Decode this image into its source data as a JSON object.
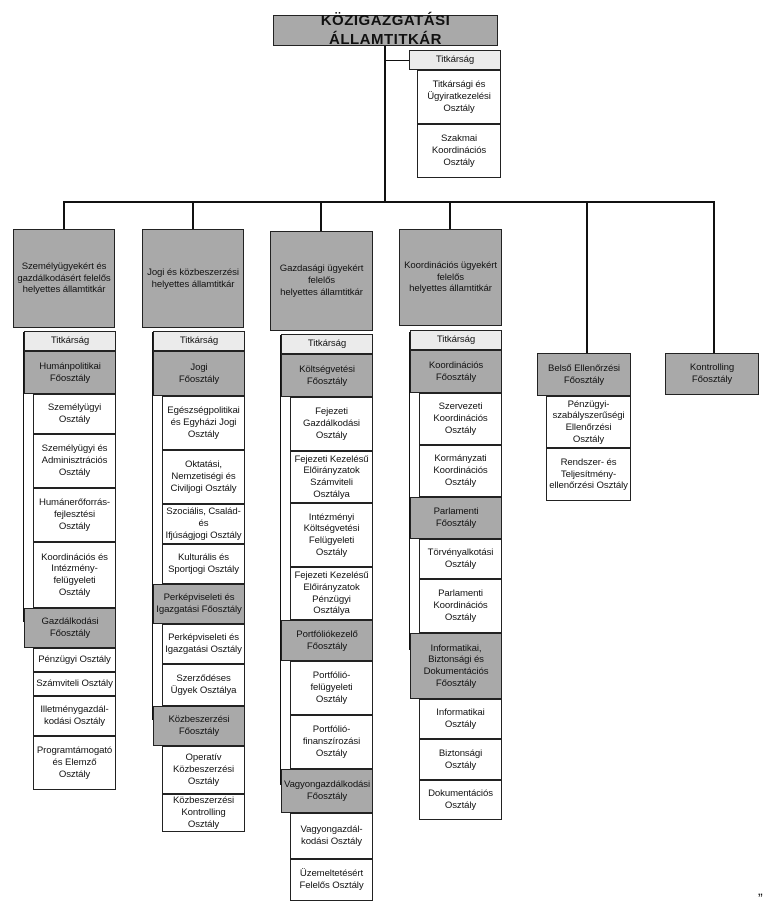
{
  "root": {
    "title": "KÖZIGAZGATÁSI ÁLLAMTITKÁR"
  },
  "root_units": [
    "Titkárság",
    "Titkársági és\nÜgyiratkezelési\nOsztály",
    "Szakmai\nKoordinációs\nOsztály"
  ],
  "columns": [
    {
      "head": "Személyügyekért és\ngazdálkodásért felelős\nhelyettes államtitkár",
      "secretariat": "Titkárság",
      "groups": [
        {
          "dept": "Humánpolitikai\nFőosztály",
          "units": [
            "Személyügyi\nOsztály",
            "Személyügyi és\nAdminisztrációs\nOsztály",
            "Humánerőforrás-\nfejlesztési\nOsztály",
            "Koordinációs és\nIntézmény-\nfelügyeleti\nOsztály"
          ]
        },
        {
          "dept": "Gazdálkodási\nFőosztály",
          "units": [
            "Pénzügyi Osztály",
            "Számviteli Osztály",
            "Illetménygazdál-\nkodási Osztály",
            "Programtámogató\nés Elemző\nOsztály"
          ]
        }
      ]
    },
    {
      "head": "Jogi és közbeszerzési\nhelyettes államtitkár",
      "secretariat": "Titkárság",
      "groups": [
        {
          "dept": "Jogi\nFőosztály",
          "units": [
            "Egészségpolitikai\nés Egyházi Jogi\nOsztály",
            "Oktatási,\nNemzetiségi és\nCiviljogi Osztály",
            "Szociális, Család- és\nIfjúságjogi Osztály",
            "Kulturális és\nSportjogi Osztály"
          ]
        },
        {
          "dept": "Perképviseleti és\nIgazgatási Főosztály",
          "units": [
            "Perképviseleti és\nIgazgatási Osztály",
            "Szerződéses\nÜgyek Osztálya"
          ]
        },
        {
          "dept": "Közbeszerzési\nFőosztály",
          "units": [
            "Operatív\nKözbeszerzési\nOsztály",
            "Közbeszerzési\nKontrolling Osztály"
          ]
        }
      ]
    },
    {
      "head": "Gazdasági ügyekért\nfelelős\nhelyettes államtitkár",
      "secretariat": "Titkárság",
      "groups": [
        {
          "dept": "Költségvetési\nFőosztály",
          "units": [
            "Fejezeti\nGazdálkodási\nOsztály",
            "Fejezeti Kezelésű\nElőirányzatok\nSzámviteli Osztálya",
            "Intézményi\nKöltségvetési\nFelügyeleti\nOsztály",
            "Fejezeti Kezelésű\nElőirányzatok\nPénzügyi Osztálya"
          ]
        },
        {
          "dept": "Portfóliókezelő\nFőosztály",
          "units": [
            "Portfólió-\nfelügyeleti\nOsztály",
            "Portfólió-\nfinanszírozási\nOsztály"
          ]
        },
        {
          "dept": "Vagyongazdálkodási\nFőosztály",
          "units": [
            "Vagyongazdál-\nkodási Osztály",
            "Üzemeltetésért\nFelelős Osztály"
          ]
        }
      ]
    },
    {
      "head": "Koordinációs ügyekért\nfelelős\nhelyettes államtitkár",
      "secretariat": "Titkárság",
      "groups": [
        {
          "dept": "Koordinációs\nFőosztály",
          "units": [
            "Szervezeti\nKoordinációs\nOsztály",
            "Kormányzati\nKoordinációs\nOsztály"
          ]
        },
        {
          "dept": "Parlamenti\nFőosztály",
          "units": [
            "Törvényalkotási\nOsztály",
            "Parlamenti\nKoordinációs\nOsztály"
          ]
        },
        {
          "dept": "Informatikai,\nBiztonsági és\nDokumentációs\nFőosztály",
          "units": [
            "Informatikai\nOsztály",
            "Biztonsági\nOsztály",
            "Dokumentációs\nOsztály"
          ]
        }
      ]
    },
    {
      "head": "Belső Ellenőrzési\nFőosztály",
      "units": [
        "Pénzügyi-\nszabályszerűségi\nEllenőrzési Osztály",
        "Rendszer- és\nTeljesítmény-\nellenőrzési Osztály"
      ]
    },
    {
      "head": "Kontrolling\nFőosztály"
    }
  ],
  "closing_mark": "„"
}
